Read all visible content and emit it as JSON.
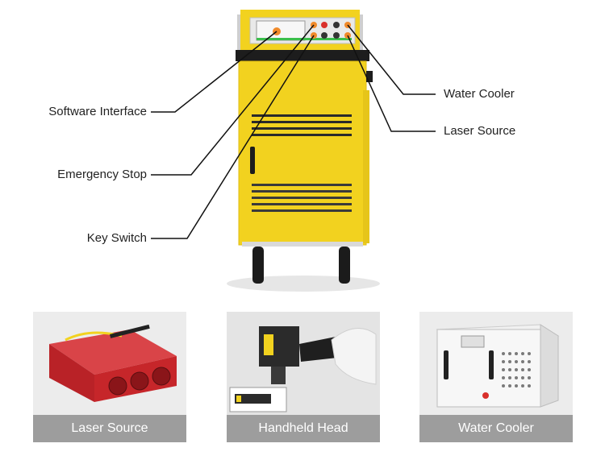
{
  "callouts": {
    "software_interface": "Software Interface",
    "emergency_stop": "Emergency Stop",
    "key_switch": "Key Switch",
    "water_cooler": "Water Cooler",
    "laser_source": "Laser Source"
  },
  "components": [
    {
      "caption": "Laser Source"
    },
    {
      "caption": "Handheld Head"
    },
    {
      "caption": "Water Cooler"
    }
  ],
  "colors": {
    "machine_body": "#f2d21f",
    "callout_button": "#f08a2a",
    "caption_bar": "#9d9d9d",
    "laser_unit": "#c6262a"
  }
}
